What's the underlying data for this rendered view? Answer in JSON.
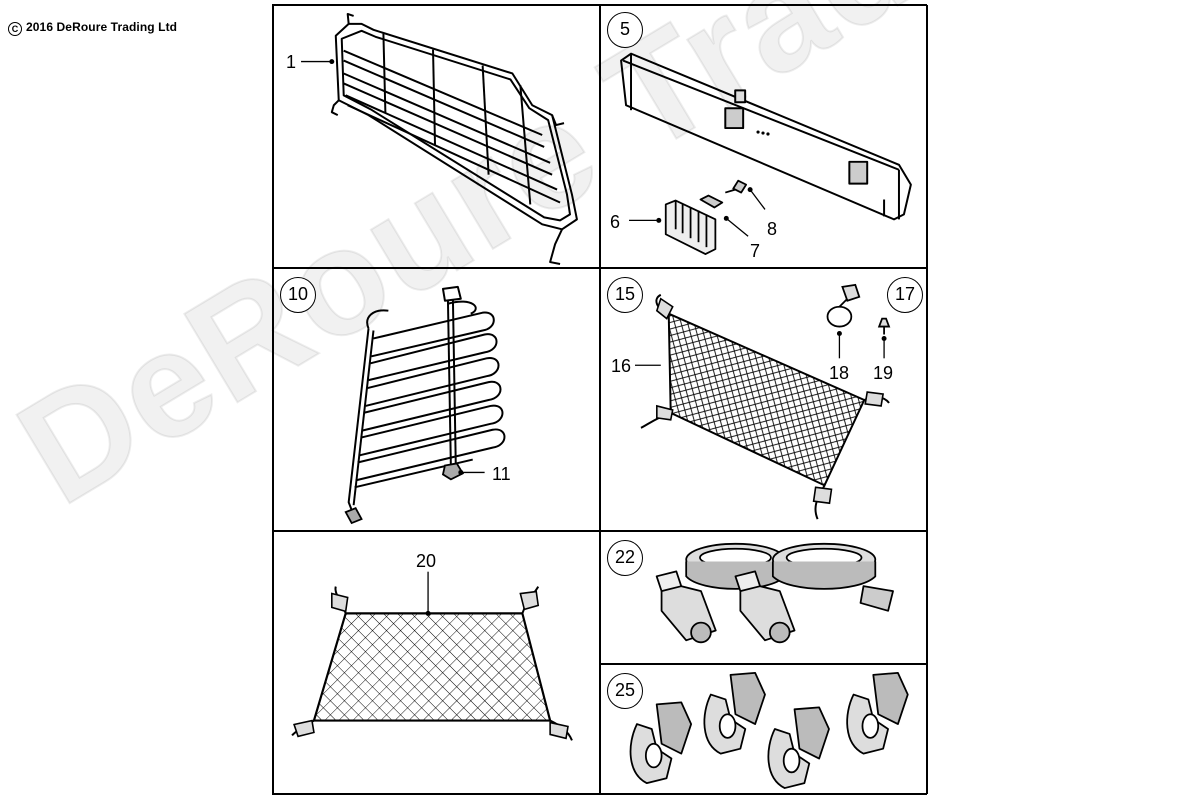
{
  "copyright": {
    "symbol": "C",
    "text": "2016 DeRoure Trading Ltd"
  },
  "watermark": "DeRoure Trading Ltd",
  "panels": {
    "p1": {
      "callouts": {
        "c1": "1"
      }
    },
    "p5": {
      "ref": "5",
      "callouts": {
        "c6": "6",
        "c7": "7",
        "c8": "8"
      }
    },
    "p10": {
      "ref": "10",
      "callouts": {
        "c11": "11"
      }
    },
    "p15": {
      "ref": "15",
      "ref2": "17",
      "callouts": {
        "c16": "16",
        "c18": "18",
        "c19": "19"
      }
    },
    "p20": {
      "callouts": {
        "c20": "20"
      }
    },
    "p22": {
      "ref": "22"
    },
    "p25": {
      "ref": "25"
    }
  },
  "colors": {
    "line": "#000000",
    "background": "#ffffff",
    "watermark": "rgba(0,0,0,0.06)"
  }
}
